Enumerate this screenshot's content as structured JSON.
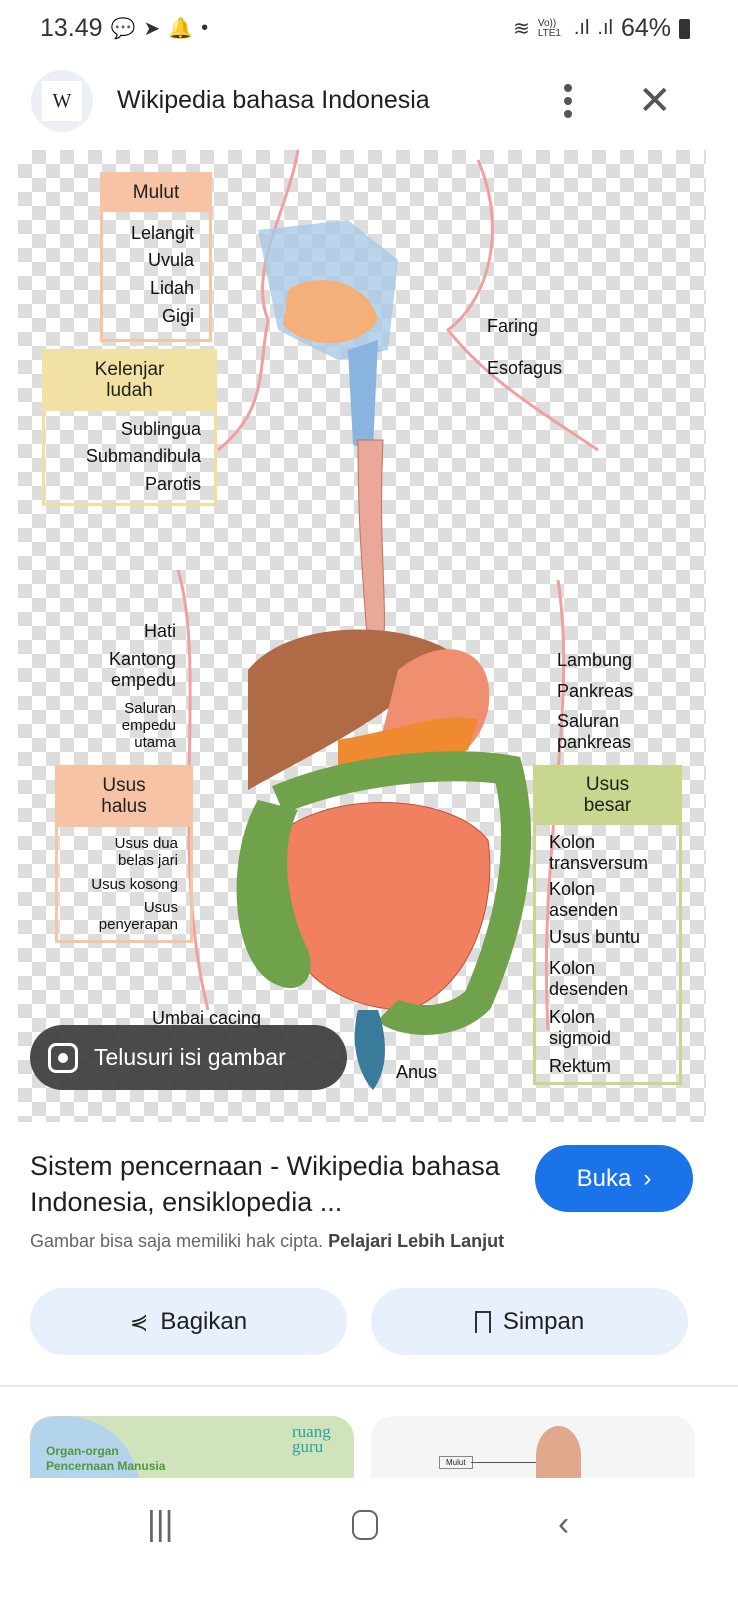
{
  "status": {
    "time": "13.49",
    "network": "Vo)) LTE1",
    "battery": "64%"
  },
  "header": {
    "logo": "W",
    "title": "Wikipedia bahasa Indonesia"
  },
  "diagram": {
    "mulut": {
      "title": "Mulut",
      "items": [
        "Lelangit",
        "Uvula",
        "Lidah",
        "Gigi"
      ]
    },
    "kelenjar": {
      "title": "Kelenjar ludah",
      "items": [
        "Sublingua",
        "Submandibula",
        "Parotis"
      ]
    },
    "faring": "Faring",
    "esofagus": "Esofagus",
    "hati": "Hati",
    "kantong": "Kantong empedu",
    "saluran_empedu": "Saluran empedu utama",
    "lambung": "Lambung",
    "pankreas": "Pankreas",
    "saluran_pankreas": "Saluran pankreas",
    "usus_halus": {
      "title": "Usus halus",
      "items": [
        "Usus dua belas jari",
        "Usus kosong",
        "Usus penyerapan"
      ]
    },
    "usus_besar": {
      "title": "Usus besar",
      "items": [
        "Kolon transversum",
        "Kolon asenden",
        "Usus buntu",
        "Kolon desenden",
        "Kolon sigmoid",
        "Rektum"
      ]
    },
    "umbai": "Umbai cacing",
    "anus": "Anus"
  },
  "lens_button": "Telusuri isi gambar",
  "result": {
    "title": "Sistem pencernaan - Wikipedia bahasa Indonesia, ensiklopedia ...",
    "open": "Buka",
    "copyright": "Gambar bisa saja memiliki hak cipta.",
    "learn_more": "Pelajari Lebih Lanjut"
  },
  "actions": {
    "share": "Bagikan",
    "save": "Simpan"
  },
  "related": [
    {
      "text1": "Organ-organ",
      "text2": "Pencernaan Manusia",
      "brand": "ruang guru"
    },
    {
      "label": "Mulut"
    }
  ]
}
